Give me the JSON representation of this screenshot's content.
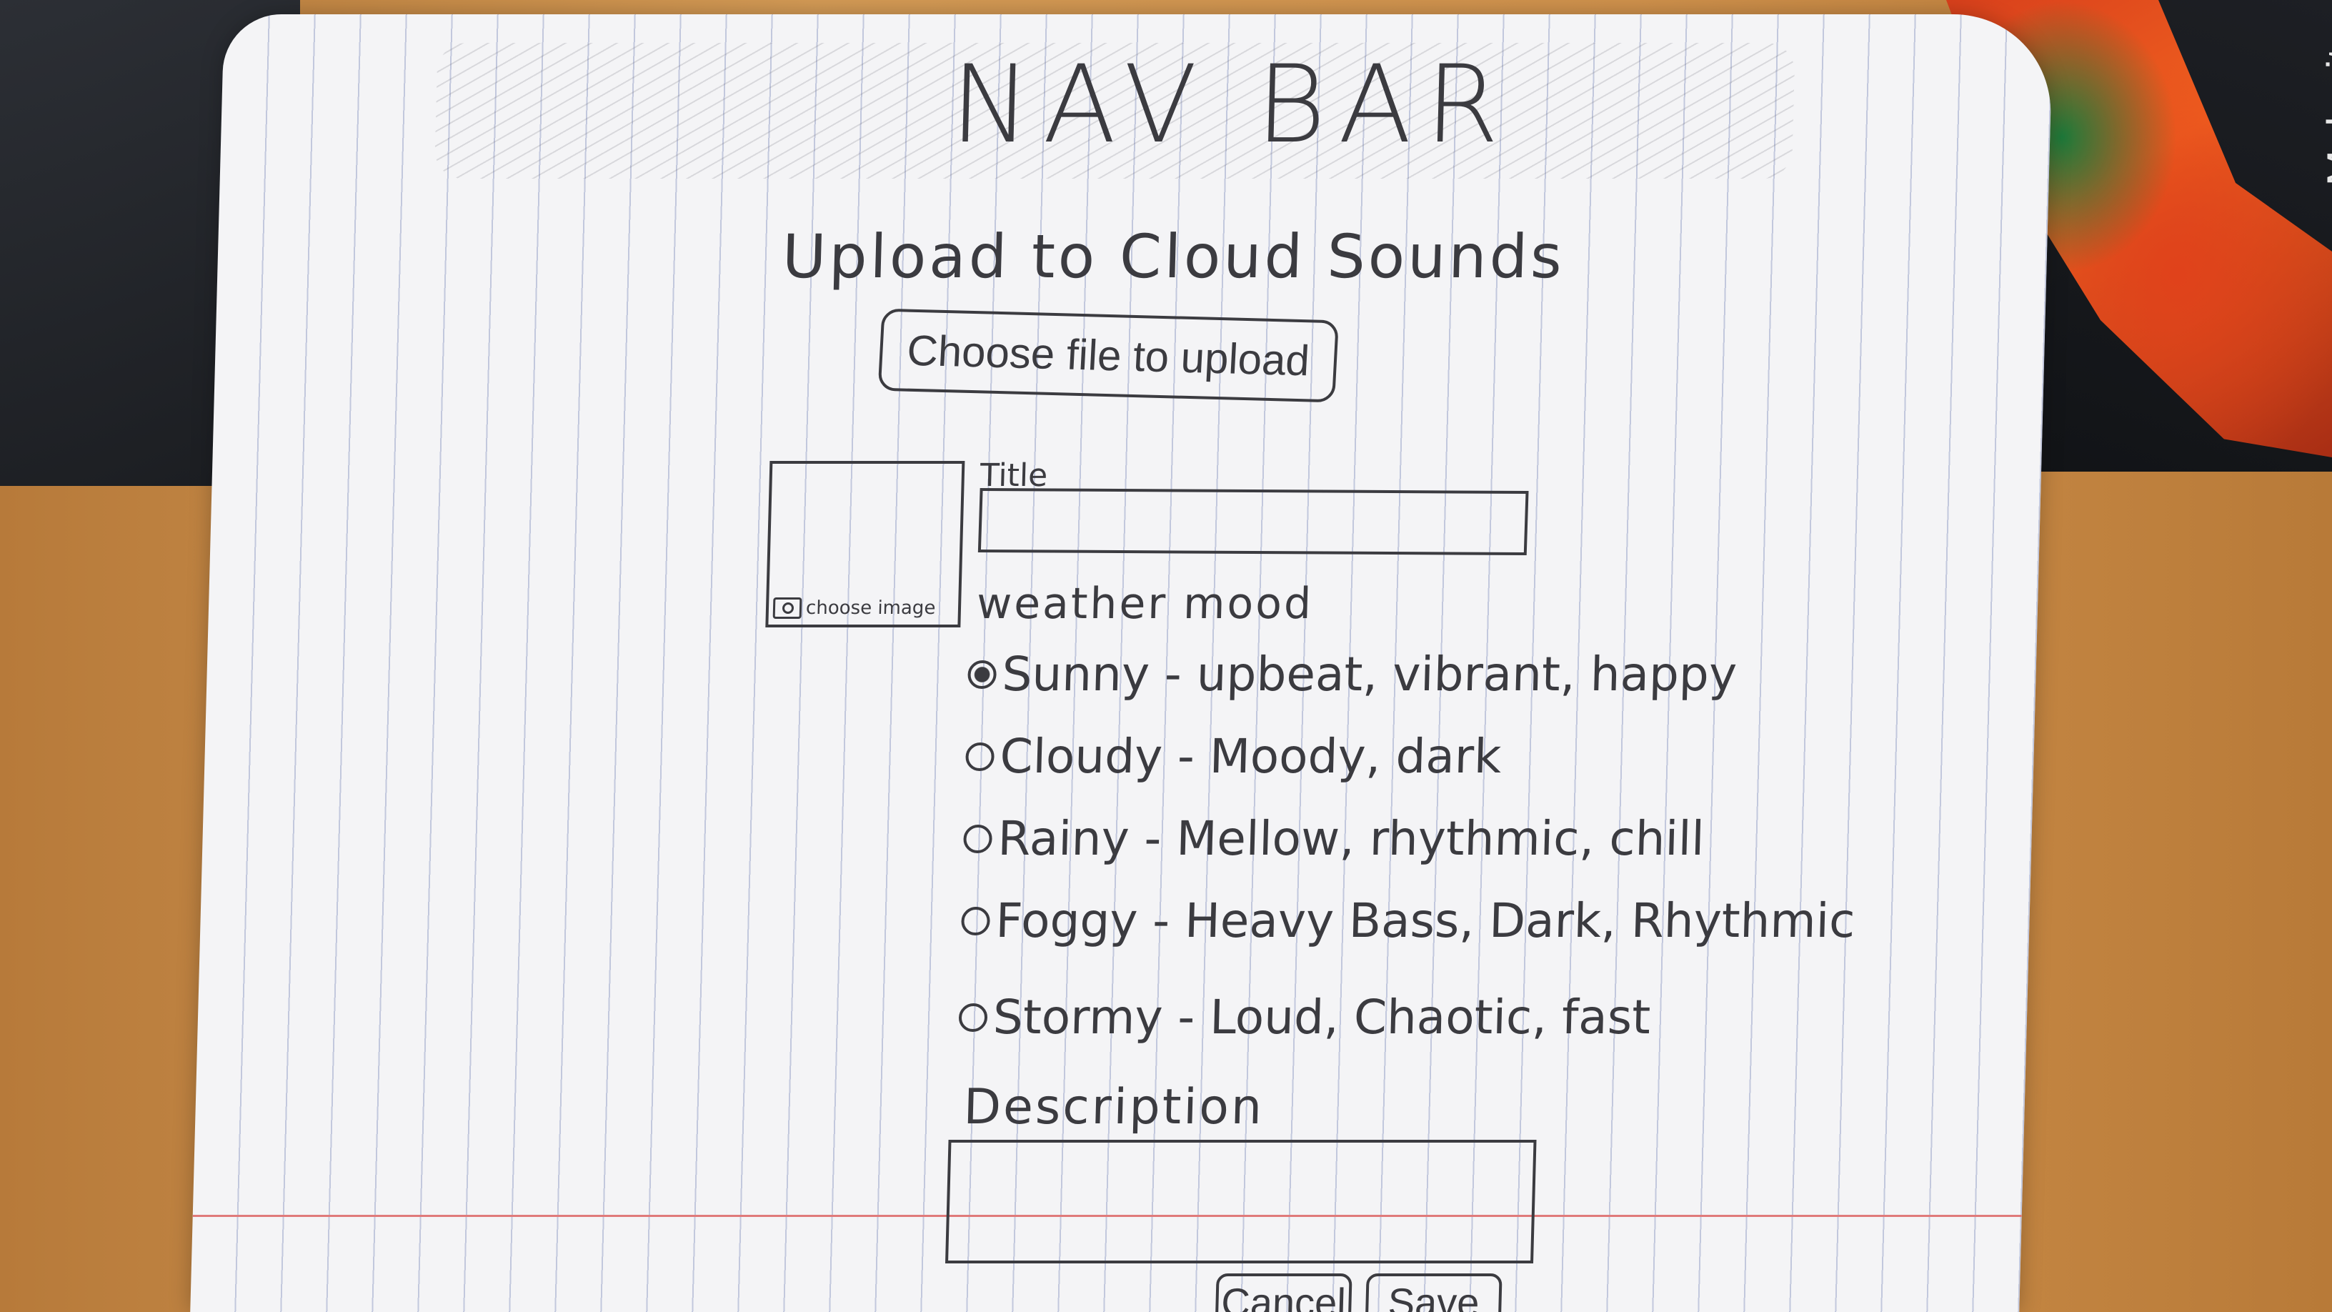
{
  "header": {
    "navbar_text": "NAV BAR"
  },
  "page": {
    "title": "Upload to Cloud Sounds"
  },
  "upload": {
    "choose_file_label": "Choose file to upload"
  },
  "image": {
    "choose_image_label": "choose image"
  },
  "form": {
    "title_label": "Title",
    "title_value": "",
    "mood_label": "weather mood",
    "moods": [
      {
        "label": "Sunny - upbeat, vibrant, happy",
        "checked": true
      },
      {
        "label": "Cloudy - Moody, dark",
        "checked": false
      },
      {
        "label": "Rainy - Mellow, rhythmic, chill",
        "checked": false
      },
      {
        "label": "Foggy - Heavy Bass, Dark, Rhythmic",
        "checked": false
      },
      {
        "label": "Stormy - Loud, Chaotic, fast",
        "checked": false
      }
    ],
    "description_label": "Description",
    "description_value": ""
  },
  "actions": {
    "cancel_label": "Cancel",
    "save_label": "Save"
  },
  "background": {
    "sticker_text": "Make it y"
  }
}
